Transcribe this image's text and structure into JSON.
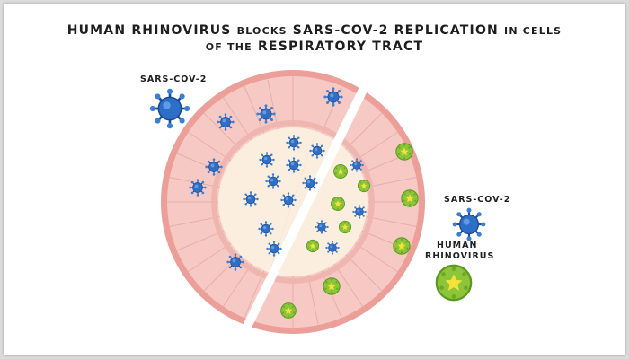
{
  "title": {
    "part1": "Human Rhinovirus",
    "part2": "blocks",
    "part3": "SARS-CoV-2 Replication",
    "part4": "in cells",
    "part5": "of the",
    "part6": "Respiratory Tract"
  },
  "labels": {
    "sars_left": "SARS-CoV-2",
    "sars_right": "SARS-CoV-2",
    "hrv_line1": "Human",
    "hrv_line2": "Rhinovirus"
  },
  "colors": {
    "tissue_outer": "#ec9e98",
    "tissue_mid": "#f6c9c4",
    "lumen": "#fbeede",
    "sars_blue": "#2d6fc8",
    "hrv_green": "#8cc43a",
    "hrv_core": "#f4e23a"
  },
  "icons": [
    "sars-cov-2-virion-icon",
    "rhinovirus-virion-icon"
  ]
}
